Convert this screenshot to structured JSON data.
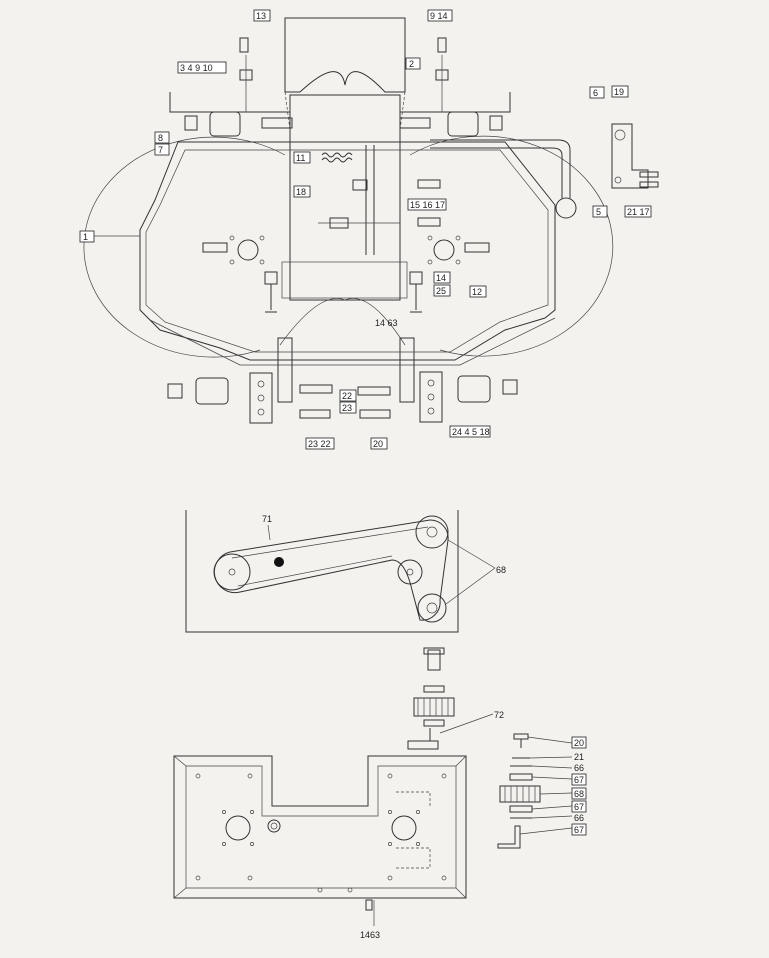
{
  "callouts": {
    "c13": "13",
    "c9_14": "9 14",
    "c3": "3",
    "c4": "4",
    "c910": "9 10",
    "c2": "2",
    "c6": "6",
    "c19": "19",
    "c8": "8",
    "c7": "7",
    "c11": "11",
    "c5": "5",
    "c21": "21",
    "c17": "17",
    "c1": "1",
    "c18": "18",
    "c15_16_17": "15 16 17",
    "c12": "12",
    "c14a": "14",
    "c25": "25",
    "c14_63": "14 63",
    "c22": "22",
    "c23": "23",
    "c2322": "23 22",
    "c20": "20",
    "c24": "24",
    "c45": "4 5",
    "c18b": "18"
  },
  "belt": {
    "c71": "71",
    "c68": "68"
  },
  "bottom": {
    "c72": "72",
    "c14_63": "1463",
    "stack": [
      "20",
      "21",
      "66",
      "67",
      "68",
      "67",
      "66",
      "67"
    ]
  }
}
